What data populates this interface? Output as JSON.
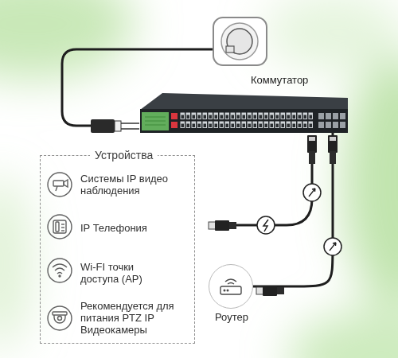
{
  "diagram": {
    "nodes": [
      {
        "text": [
          "Коммутатор"
        ]
      },
      {
        "text": [
          "Устройства"
        ]
      },
      {
        "text": [
          "Системы IP видео наблюдения"
        ],
        "in": 1
      },
      {
        "text": [
          "IP Телефония"
        ],
        "in": 1
      },
      {
        "text": [
          "Wi-FI точки доступа (AP)"
        ],
        "in": 1
      },
      {
        "text": [
          "Рекомендуется для питания PTZ IP Видеокамеры"
        ],
        "in": 1
      },
      {
        "text": [
          "Роутер"
        ]
      }
    ],
    "edges": [
      {
        "from": 0,
        "to": 6,
        "arrow": "none"
      }
    ]
  }
}
